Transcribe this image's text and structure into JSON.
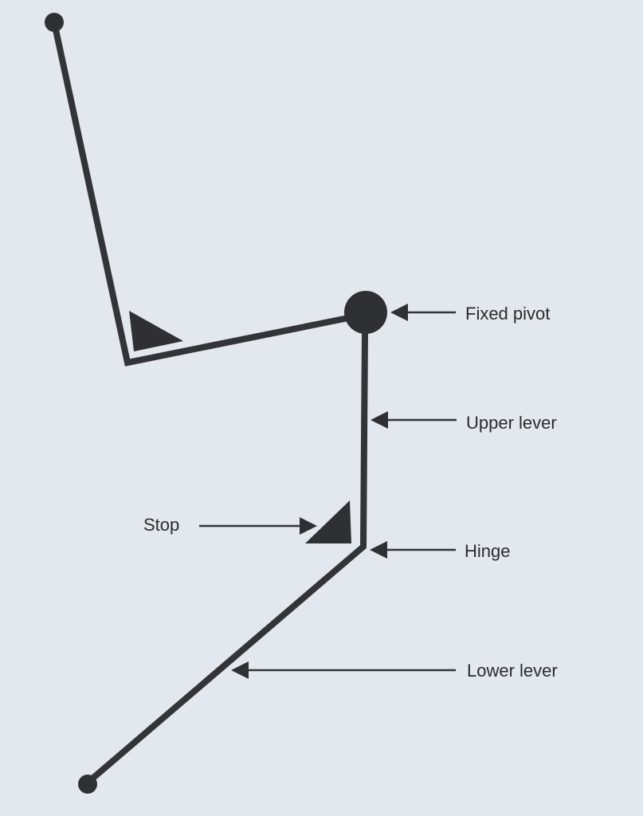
{
  "labels": {
    "fixed_pivot": "Fixed pivot",
    "upper_lever": "Upper lever",
    "stop": "Stop",
    "hinge": "Hinge",
    "lower_lever": "Lower lever"
  }
}
